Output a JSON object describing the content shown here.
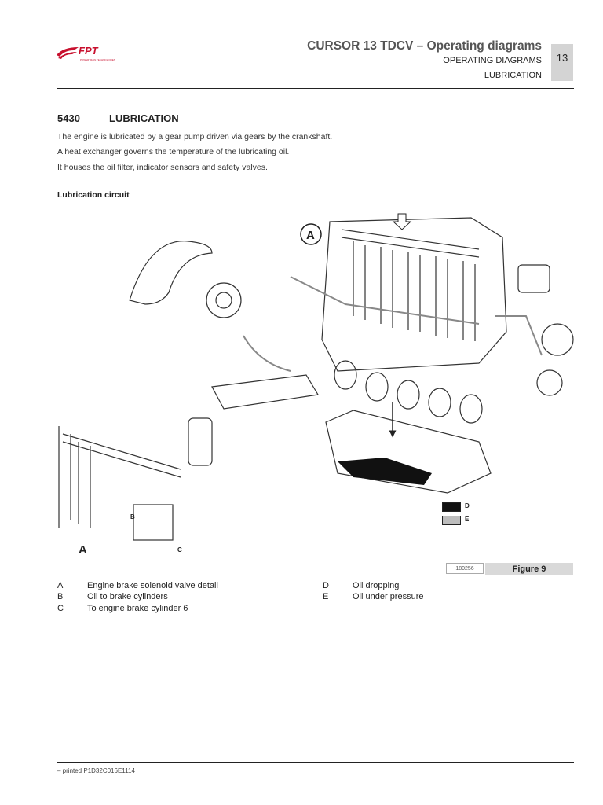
{
  "header": {
    "title": "CURSOR 13 TDCV – Operating diagrams",
    "sub1": "OPERATING DIAGRAMS",
    "sub2": "LUBRICATION",
    "page": "13",
    "logo": "FPT",
    "logo_tagline": "POWERTRAIN TECHNOLOGIES"
  },
  "section": {
    "number": "5430",
    "title": "LUBRICATION",
    "paragraphs": [
      "The engine is lubricated by a gear pump driven via gears by the crankshaft.",
      "A heat exchanger governs the temperature of the lubricating oil.",
      "It houses the oil filter, indicator sensors and safety valves."
    ],
    "subheading": "Lubrication circuit"
  },
  "figure": {
    "callout_a_top": "A",
    "callout_a_detail": "A",
    "callout_b": "B",
    "callout_c": "C",
    "legend": [
      {
        "key": "D",
        "color": "#111111"
      },
      {
        "key": "E",
        "color": "#bdbdbd"
      }
    ],
    "code": "180256",
    "label": "Figure 9"
  },
  "key": {
    "left": [
      {
        "letter": "A",
        "text": "Engine brake solenoid valve detail"
      },
      {
        "letter": "B",
        "text": "Oil to brake cylinders"
      },
      {
        "letter": "C",
        "text": "To engine brake cylinder 6"
      }
    ],
    "right": [
      {
        "letter": "D",
        "text": "Oil dropping"
      },
      {
        "letter": "E",
        "text": "Oil under pressure"
      }
    ]
  },
  "footer": {
    "text": "– printed P1D32C016E1114"
  }
}
